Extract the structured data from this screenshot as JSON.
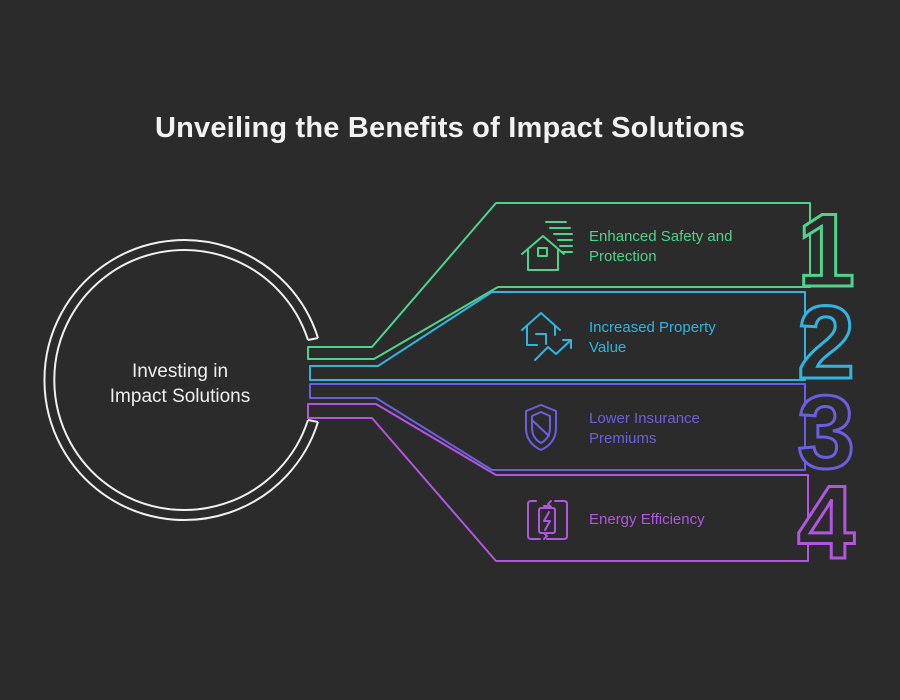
{
  "title": "Unveiling the Benefits of Impact Solutions",
  "center": {
    "lines": [
      "Investing in",
      "Impact Solutions"
    ]
  },
  "colors": {
    "background": "#2b2b2b",
    "ring": "#f0f0f0",
    "green": "#4ed48a",
    "blue": "#2eb6e3",
    "indigo": "#6a5fe0",
    "purple": "#b255e0"
  },
  "benefits": [
    {
      "number": "1",
      "lines": [
        "Enhanced Safety and",
        "Protection"
      ],
      "icon": "house-storm-icon",
      "color": "#4ed48a"
    },
    {
      "number": "2",
      "lines": [
        "Increased Property",
        "Value"
      ],
      "icon": "house-growth-icon",
      "color": "#2eb6e3"
    },
    {
      "number": "3",
      "lines": [
        "Lower Insurance",
        "Premiums"
      ],
      "icon": "shield-slash-icon",
      "color": "#6a5fe0"
    },
    {
      "number": "4",
      "lines": [
        "Energy Efficiency"
      ],
      "icon": "battery-cycle-icon",
      "color": "#b255e0"
    }
  ]
}
